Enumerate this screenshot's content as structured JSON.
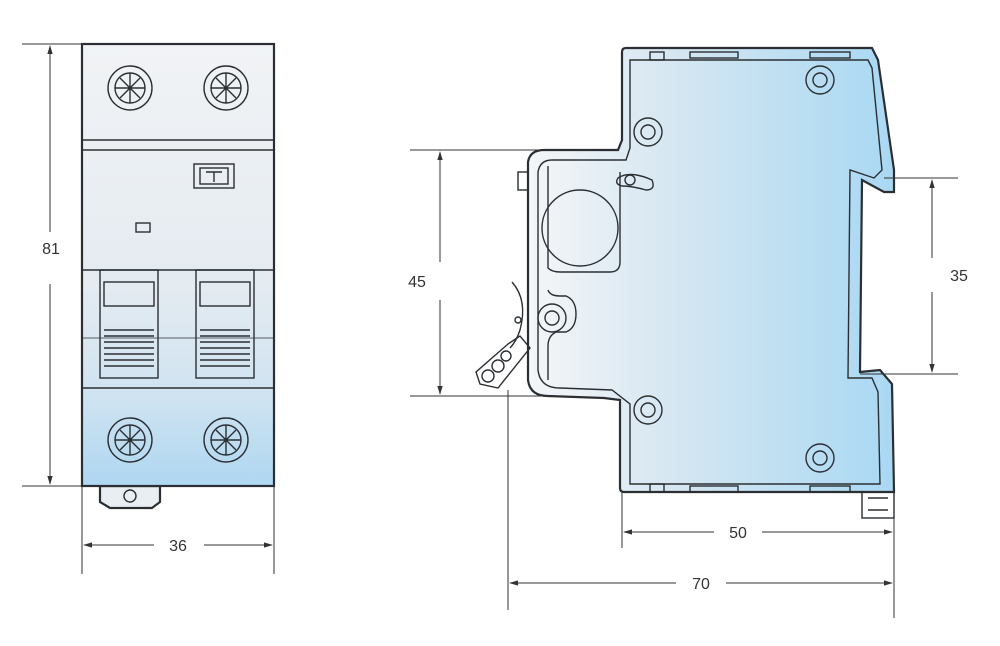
{
  "dimensions": {
    "front_height": "81",
    "front_width": "36",
    "side_toggle_height": "45",
    "side_rail_height": "35",
    "side_body_depth": "50",
    "side_total_depth": "70"
  },
  "colors": {
    "housing_light": "#eef4f8",
    "housing_blue": "#b7dcf1",
    "outline": "#2b2f33",
    "dimension_line": "#333333"
  },
  "icons": {
    "terminal_screw": "screw-icon",
    "test_button": "test-button-icon",
    "arrow": "dimension-arrow-icon"
  }
}
